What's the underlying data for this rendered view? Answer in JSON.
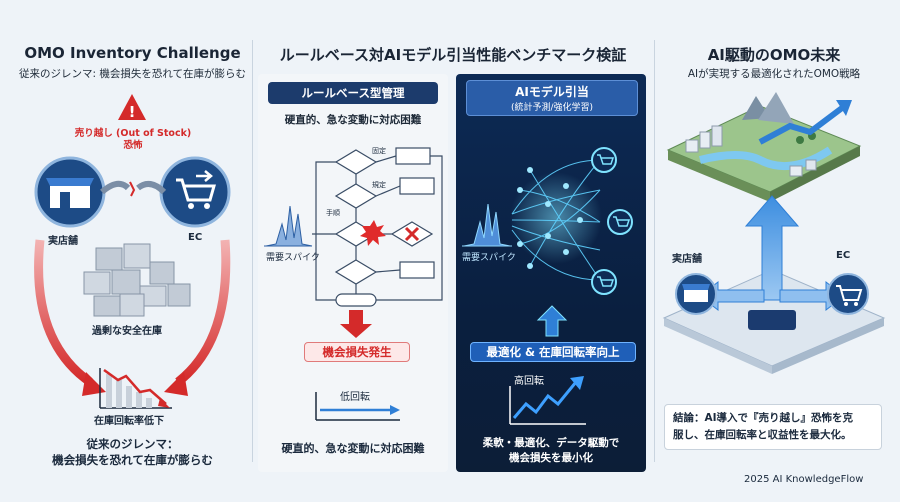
{
  "page_title": "ルールベース対AIモデル引当性能ベンチマーク検証",
  "left": {
    "title": "OMO Inventory Challenge",
    "subtitle": "従来のジレンマ: 機会損失を恐れて在庫が膨らむ",
    "warning_label": "売り越し (Out of Stock)\n恐怖",
    "store_label": "実店舗",
    "ec_label": "EC",
    "boxes_label": "過剰な安全在庫",
    "chart_label": "在庫回転率低下",
    "footer_line1": "従来のジレンマ：",
    "footer_line2": "機会損失を恐れて在庫が膨らむ"
  },
  "rule": {
    "banner": "ルールベース型管理",
    "subtitle": "硬直的、急な変動に対応困難",
    "spike_label": "需要スパイク",
    "node_fixed": "固定",
    "node_fixed2": "規定",
    "node_stage": "手順",
    "loss_label": "機会損失発生",
    "low_label": "低回転",
    "footer": "硬直的、急な変動に対応困難"
  },
  "ai": {
    "banner_title": "AIモデル引当",
    "banner_sub": "(統計予測/強化学習)",
    "spike_label": "需要スパイク",
    "result_label": "最適化 & 在庫回転率向上",
    "high_label": "高回転",
    "footer_line1": "柔軟・最適化、データ駆動で",
    "footer_line2": "機会損失を最小化"
  },
  "future": {
    "title": "AI駆動のOMO未来",
    "subtitle": "AIが実現する最適化されたOMO戦略",
    "store_label": "実店舗",
    "ec_label": "EC",
    "conclusion_line1": "結論：AI導入で『売り越し』恐怖を克",
    "conclusion_line2": "服し、在庫回転率と収益性を最大化。"
  },
  "credit": "2025 AI KnowledgeFlow",
  "colors": {
    "red": "#d42a2a",
    "navy": "#1b3b6f",
    "blue": "#2f7fd6",
    "cyan": "#5fd2ff"
  }
}
